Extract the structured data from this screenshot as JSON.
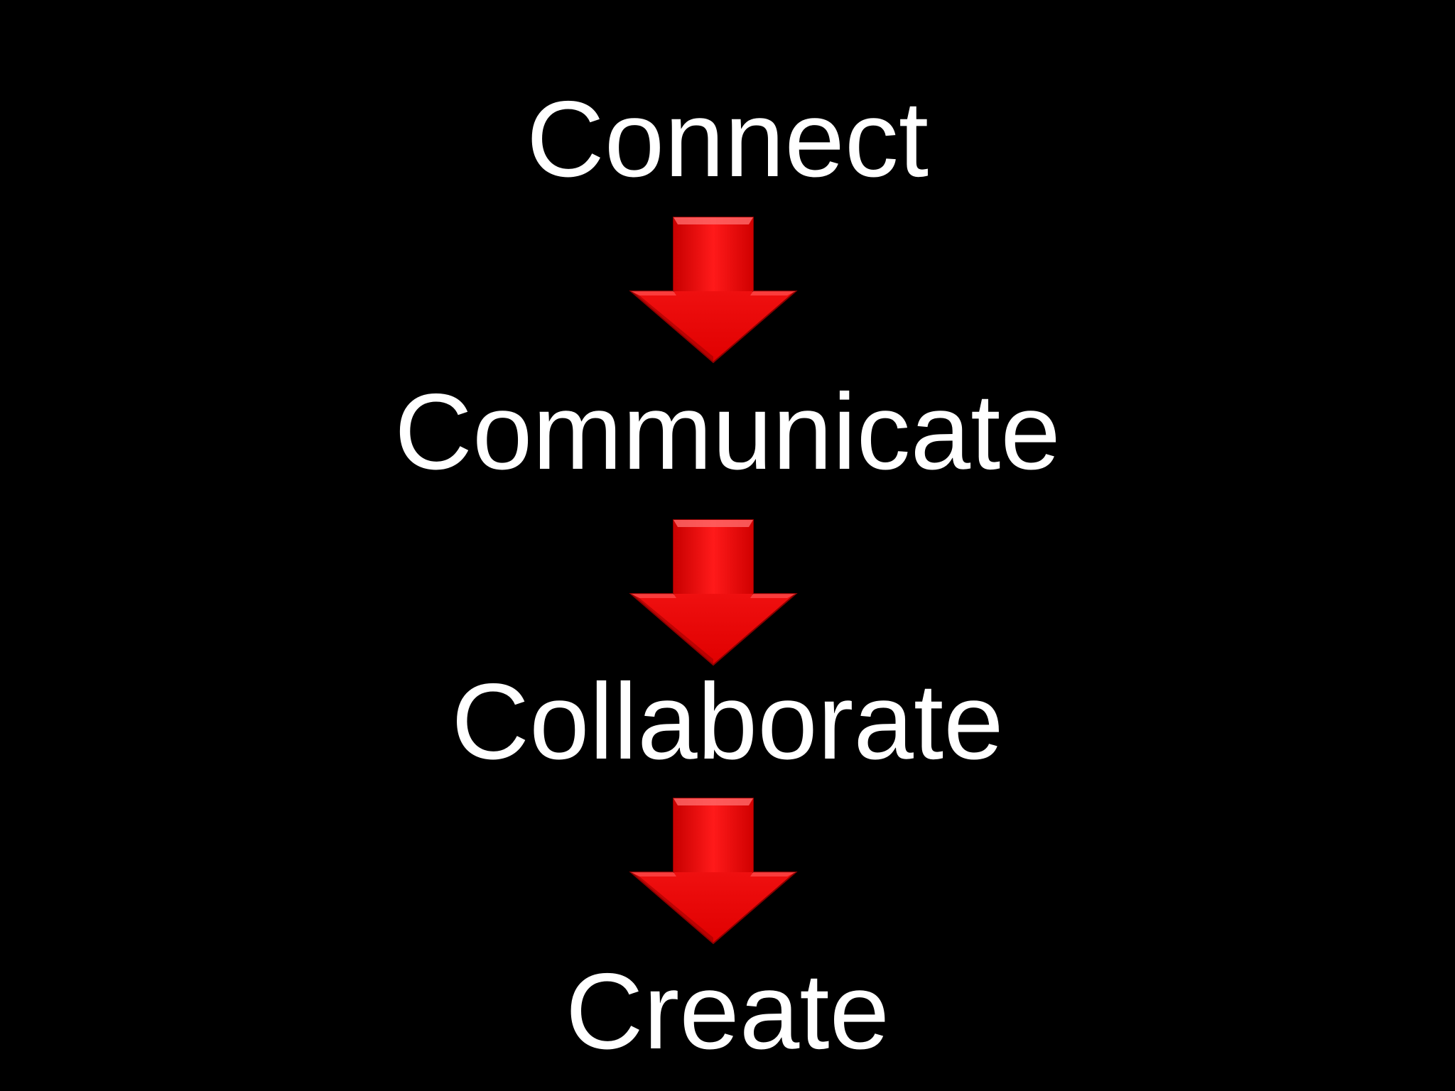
{
  "flow": {
    "steps": [
      {
        "label": "Connect"
      },
      {
        "label": "Communicate"
      },
      {
        "label": "Collaborate"
      },
      {
        "label": "Create"
      }
    ],
    "arrow_icon": "arrow-down-icon",
    "colors": {
      "background": "#000000",
      "text": "#ffffff",
      "arrow": "#ff0000"
    }
  }
}
